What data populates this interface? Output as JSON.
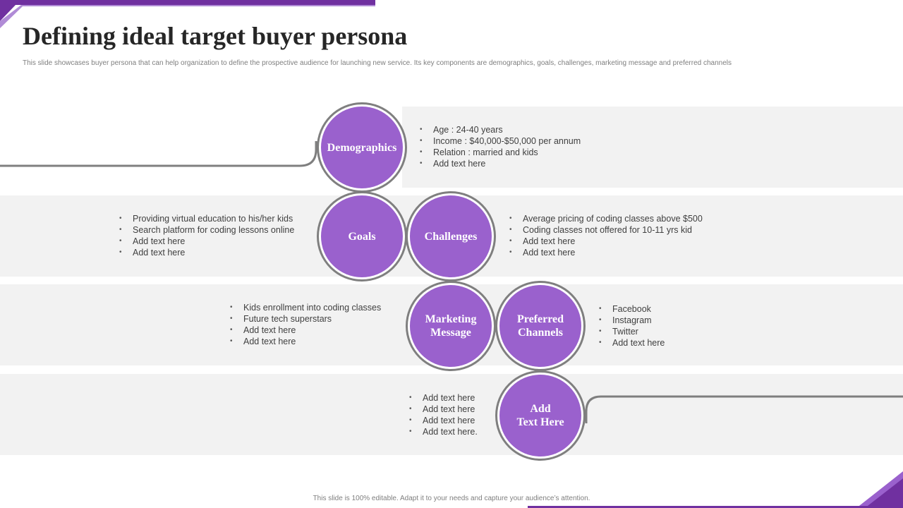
{
  "slide": {
    "title": "Defining ideal target buyer persona",
    "subtitle": "This slide showcases buyer persona that can help organization to define the prospective audience for launching new service. Its key components are demographics, goals, challenges, marketing message and preferred channels",
    "footer": "This slide is 100% editable. Adapt it to your needs and capture your audience’s attention."
  },
  "colors": {
    "accent": "#9a61cd",
    "band": "#f2f2f2",
    "ring": "#7f7f7f",
    "text": "#404040"
  },
  "sections": {
    "demographics": {
      "label": "Demographics",
      "items": [
        "Age : 24-40  years",
        "Income : $40,000-$50,000  per annum",
        "Relation : married and kids",
        "Add text here"
      ]
    },
    "goals": {
      "label": "Goals",
      "items": [
        "Providing virtual education to his/her kids",
        "Search platform for coding lessons online",
        "Add text here",
        "Add text here"
      ]
    },
    "challenges": {
      "label": "Challenges",
      "items": [
        "Average  pricing of coding classes above  $500",
        "Coding classes not offered for 10-11 yrs kid",
        "Add text here",
        "Add text here"
      ]
    },
    "marketing_message": {
      "label_line1": "Marketing",
      "label_line2": "Message",
      "items": [
        "Kids enrollment into coding classes",
        "Future tech superstars",
        "Add text here",
        "Add text here"
      ]
    },
    "preferred_channels": {
      "label_line1": "Preferred",
      "label_line2": "Channels",
      "items": [
        "Facebook",
        "Instagram",
        "Twitter",
        "Add text here"
      ]
    },
    "add_text": {
      "label_line1": "Add",
      "label_line2": "Text Here",
      "items": [
        "Add text here",
        "Add text here",
        "Add text here",
        "Add text here."
      ]
    }
  }
}
